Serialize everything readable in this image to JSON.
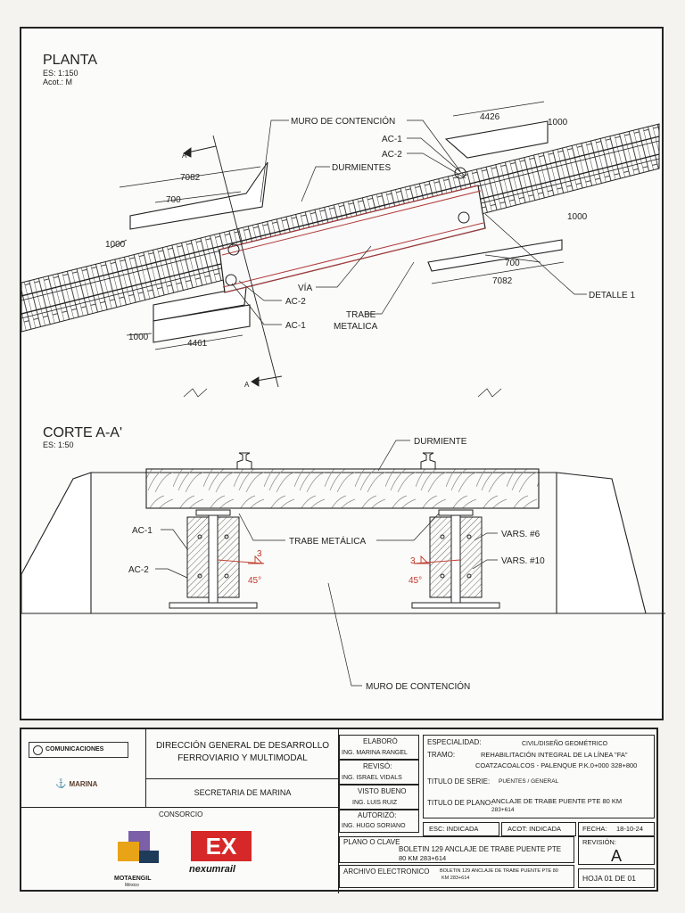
{
  "planta": {
    "title": "PLANTA",
    "scale": "ES: 1:150",
    "acot": "Acot.: M",
    "labels": {
      "muro": "MURO DE CONTENCIÓN",
      "ac1_top": "AC-1",
      "ac2_top": "AC-2",
      "durmientes": "DURMIENTES",
      "via": "VÍA",
      "trabe_line1": "TRABE",
      "trabe_line2": "METALICA",
      "ac2_bottom": "AC-2",
      "ac1_bottom": "AC-1",
      "detalle": "DETALLE 1",
      "section_marker": "A"
    },
    "dims": {
      "d4426": "4426",
      "d1000_tr": "1000",
      "d7082_tl": "7082",
      "d700_tl": "700",
      "d1000_l": "1000",
      "d1000_r": "1000",
      "d700_br": "700",
      "d7082_br": "7082",
      "d1000_bl": "1000",
      "d4461": "4461"
    }
  },
  "corte": {
    "title": "CORTE A-A'",
    "scale": "ES: 1:50",
    "labels": {
      "durmiente": "DURMIENTE",
      "ac1": "AC-1",
      "ac2": "AC-2",
      "trabe": "TRABE METÁLICA",
      "vars6": "VARS. #6",
      "vars10": "VARS. #10",
      "weld_size": "3",
      "weld_angle": "45°",
      "muro": "MURO DE CONTENCIÓN"
    }
  },
  "title_block": {
    "logos": {
      "comunicaciones": "COMUNICACIONES",
      "marina": "MARINA",
      "motaengil": "MOTAENGIL",
      "motaengil_sub": "México",
      "nexumrail": "nexumrail"
    },
    "dir_line1": "DIRECCIÓN GENERAL DE DESARROLLO",
    "dir_line2": "FERROVIARIO Y MULTIMODAL",
    "secretaria": "SECRETARIA DE MARINA",
    "consorcio": "CONSORCIO",
    "elaboro_label": "ELABORÓ",
    "elaboro_name": "ING. MARINA RANGEL",
    "reviso_label": "REVISÓ:",
    "reviso_name": "ING. ISRAEL VIDALS",
    "visto_label": "VISTO BUENO",
    "visto_name": "ING. LUIS RUIZ",
    "autorizo_label": "AUTORIZÓ:",
    "autorizo_name": "ING. HUGO SORIANO",
    "especialidad_label": "ESPECIALIDAD:",
    "especialidad_value": "CIVIL/DISEÑO GEOMÉTRICO",
    "tramo_label": "TRAMO:",
    "tramo_line1": "REHABILITACIÓN INTEGRAL DE LA LÍNEA \"FA\"",
    "tramo_line2": "COATZACOALCOS - PALENQUE P.K.0+000 328+800",
    "serie_label": "TITULO DE SERIE:",
    "serie_value": "PUENTES / GENERAL",
    "plano_label": "TITULO DE PLANO:",
    "plano_line1": "ANCLAJE DE TRABE PUENTE PTE 80 KM",
    "plano_line2": "283+614",
    "esc_label": "ESC: INDICADA",
    "acot_label": "ACOT: INDICADA",
    "fecha_label": "FECHA:",
    "fecha_value": "18-10-24",
    "clave_label": "PLANO O CLAVE",
    "clave_line1": "BOLETIN 129 ANCLAJE DE TRABE PUENTE PTE",
    "clave_line2": "80 KM 283+614",
    "revision_label": "REVISIÓN:",
    "revision_value": "A",
    "archivo_label": "ARCHIVO ELECTRONICO",
    "archivo_line1": "BOLETIN 129 ANCLAJE DE TRABE PUENTE PTE 80",
    "archivo_line2": "KM 283+614",
    "hoja": "HOJA 01 DE 01"
  }
}
